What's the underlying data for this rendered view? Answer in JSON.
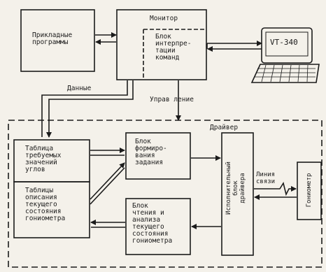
{
  "diagram": {
    "blocks": {
      "applications": "Прикладные\nпрограммы",
      "monitor": "Монитор",
      "command_interpreter": "Блок\nинтерпре-\nтации\nкоманд",
      "terminal": "VT-340",
      "driver": "Драйвер",
      "required_angles_table": "Таблица\nтребуемых\nзначений\nуглов",
      "state_table": "Таблицы\nописания\nтекущего\nсостояния\nгониометра",
      "task_former": "Блок\nформиро-\nвания\nзадания",
      "state_reader": "Блок\nчтения и\nанализа\nтекущего\nсостояния\nгониометра",
      "executive": "Исполнительный\nблок\nдрайвера",
      "goniometer": "Гониометр"
    },
    "links": {
      "data": "Данные",
      "control": "Управ ление",
      "comm_line": "Линия\nсвязи"
    }
  }
}
